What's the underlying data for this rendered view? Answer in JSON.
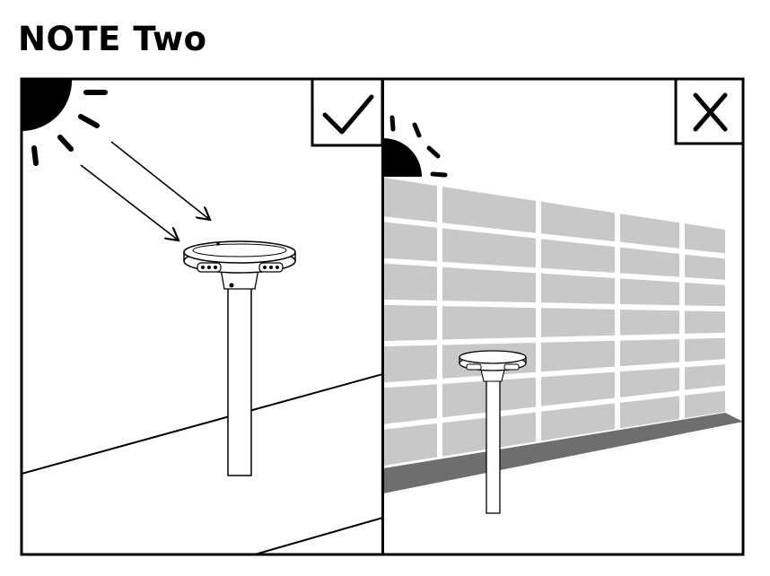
{
  "title": "NOTE Two",
  "panels": [
    {
      "id": "good",
      "mark": "checkmark-icon",
      "description_visible": false
    },
    {
      "id": "bad",
      "mark": "x-icon",
      "description_visible": false
    }
  ],
  "colors": {
    "ink": "#000000",
    "wall": "#c8c8c8",
    "wall_base": "#6e6e6e",
    "background": "#ffffff"
  }
}
